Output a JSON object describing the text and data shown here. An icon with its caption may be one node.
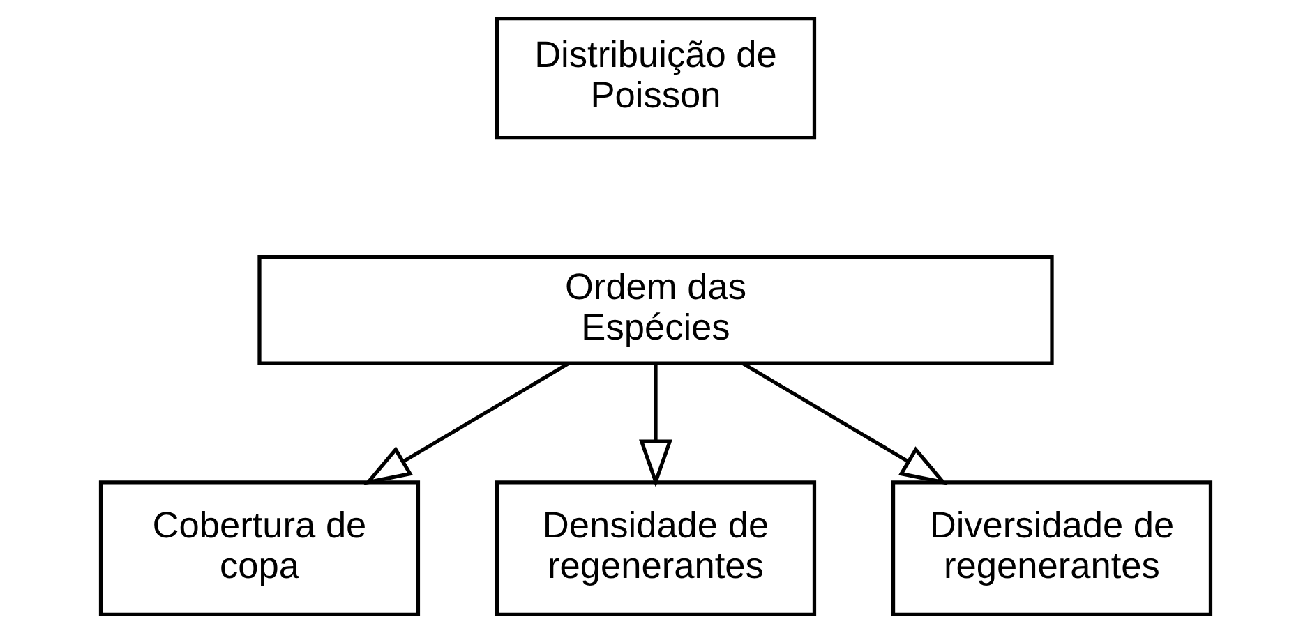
{
  "diagram": {
    "nodes": [
      {
        "text": [
          "Distribuição de Poisson"
        ]
      },
      {
        "text": [
          "Ordem das Espécies"
        ]
      },
      {
        "text": [
          "Cobertura de copa"
        ]
      },
      {
        "text": [
          "Densidade de regenerantes"
        ]
      },
      {
        "text": [
          "Diversidade de regenerantes"
        ]
      }
    ],
    "edges": [
      {
        "from": 1,
        "to": 2,
        "arrow": "to"
      },
      {
        "from": 1,
        "to": 3,
        "arrow": "to"
      },
      {
        "from": 1,
        "to": 4,
        "arrow": "to"
      }
    ]
  }
}
